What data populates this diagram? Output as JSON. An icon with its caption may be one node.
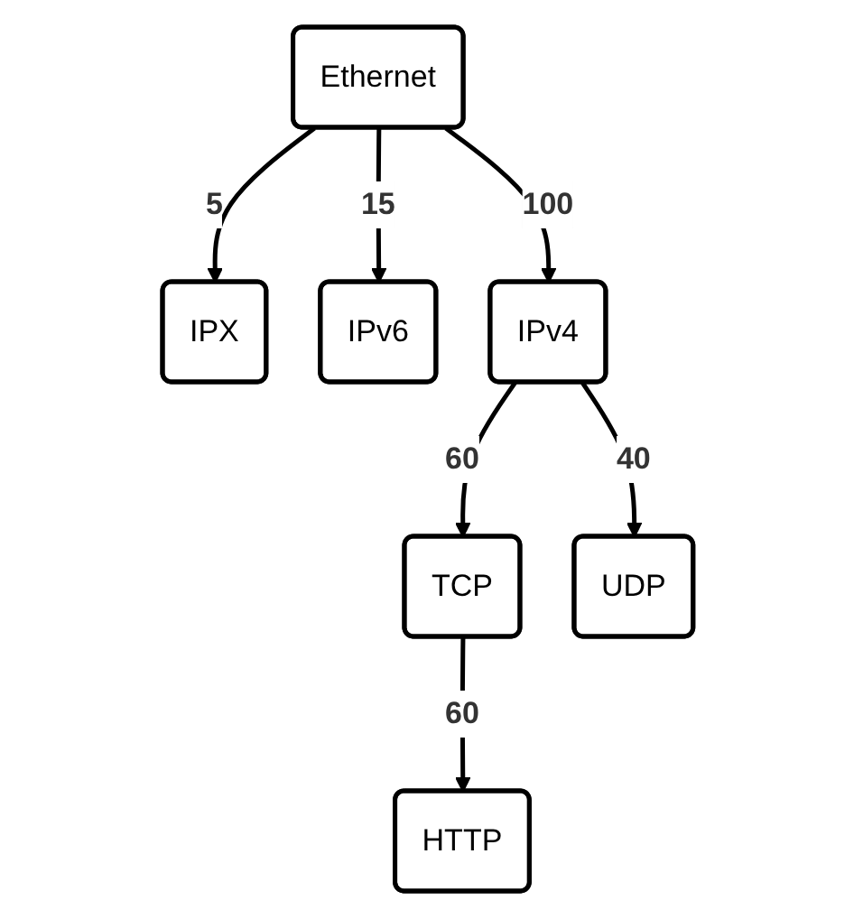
{
  "diagram": {
    "nodes": [
      {
        "text": [
          "Ethernet"
        ]
      },
      {
        "text": [
          "IPX"
        ]
      },
      {
        "text": [
          "IPv6"
        ]
      },
      {
        "text": [
          "IPv4"
        ]
      },
      {
        "text": [
          "TCP"
        ]
      },
      {
        "text": [
          "UDP"
        ]
      },
      {
        "text": [
          "HTTP"
        ]
      }
    ],
    "edges": [
      {
        "from": 0,
        "to": 1,
        "arrow": "to",
        "label": "5"
      },
      {
        "from": 0,
        "to": 2,
        "arrow": "to",
        "label": "15"
      },
      {
        "from": 0,
        "to": 3,
        "arrow": "to",
        "label": "100"
      },
      {
        "from": 3,
        "to": 4,
        "arrow": "to",
        "label": "60"
      },
      {
        "from": 3,
        "to": 5,
        "arrow": "to",
        "label": "40"
      },
      {
        "from": 4,
        "to": 6,
        "arrow": "to",
        "label": "60"
      }
    ]
  }
}
